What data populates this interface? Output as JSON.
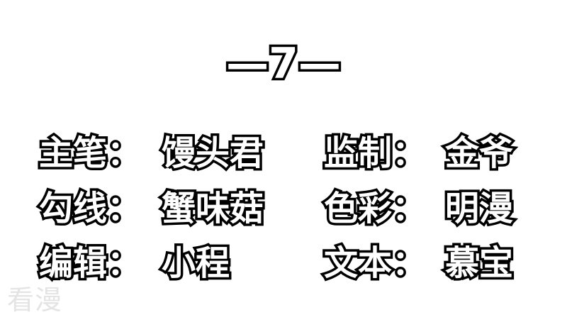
{
  "chapter_title": "—7—",
  "credits": [
    {
      "label": "主笔：",
      "value": "馒头君"
    },
    {
      "label": "监制：",
      "value": "金爷"
    },
    {
      "label": "勾线：",
      "value": "蟹味菇"
    },
    {
      "label": "色彩：",
      "value": "明漫"
    },
    {
      "label": "编辑：",
      "value": "小程"
    },
    {
      "label": "文本：",
      "value": "慕宝"
    }
  ],
  "watermark": "看漫"
}
